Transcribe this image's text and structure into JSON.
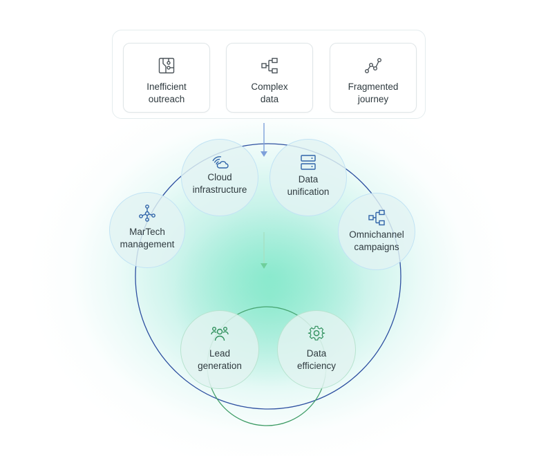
{
  "problems": [
    {
      "label": "Inefficient\noutreach",
      "icon": "circuit-board-icon"
    },
    {
      "label": "Complex\ndata",
      "icon": "hierarchy-icon"
    },
    {
      "label": "Fragmented\njourney",
      "icon": "journey-path-icon"
    }
  ],
  "services": [
    {
      "label": "Cloud\ninfrastructure",
      "icon": "cloud-icon"
    },
    {
      "label": "Data\nunification",
      "icon": "server-icon"
    },
    {
      "label": "MarTech\nmanagement",
      "icon": "network-icon"
    },
    {
      "label": "Omnichannel\ncampaigns",
      "icon": "hierarchy-icon"
    }
  ],
  "outcomes": [
    {
      "label": "Lead\ngeneration",
      "icon": "users-icon"
    },
    {
      "label": "Data\nefficiency",
      "icon": "gear-icon"
    }
  ],
  "colors": {
    "icon_blue": "#2f63a8",
    "icon_gray": "#4a5258",
    "icon_green": "#2e8f5b",
    "ring_blue": "#2d4fa0",
    "ring_green": "#3a9a62",
    "arrow_blue": "#7da0da",
    "arrow_green": "#6fcf9c",
    "glow": "#8de8cf"
  }
}
